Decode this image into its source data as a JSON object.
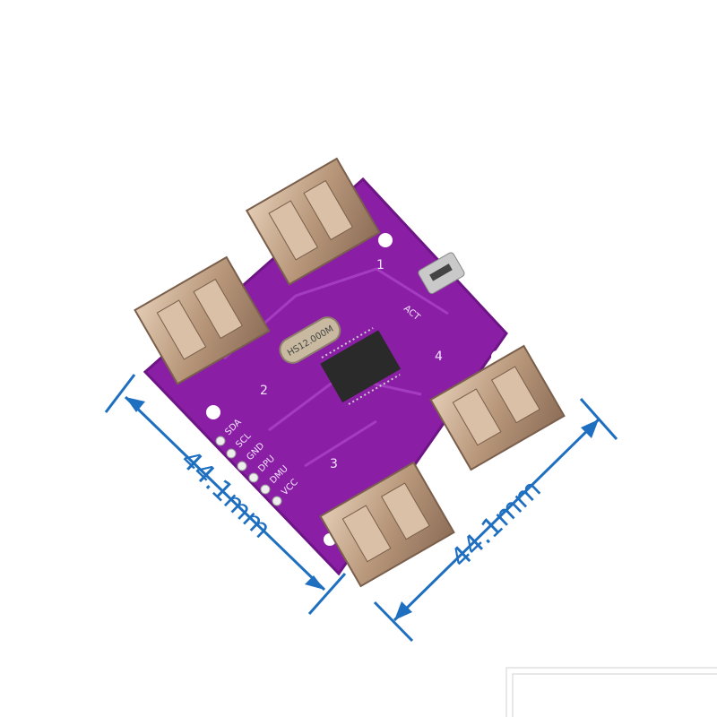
{
  "product": {
    "pin_labels": [
      "SDA",
      "SCL",
      "GND",
      "DPU",
      "DMU",
      "VCC"
    ],
    "crystal_marking": "HS12.000M",
    "led_label": "ACT",
    "port_numbers": [
      "1",
      "2",
      "3",
      "4"
    ]
  },
  "dimensions": {
    "width_label": "44.1mm",
    "height_label": "44.1mm"
  },
  "colors": {
    "pcb": "#8a1fa6",
    "dimension_lines": "#1f6fc0",
    "usb_metal": "#c9a98a"
  }
}
